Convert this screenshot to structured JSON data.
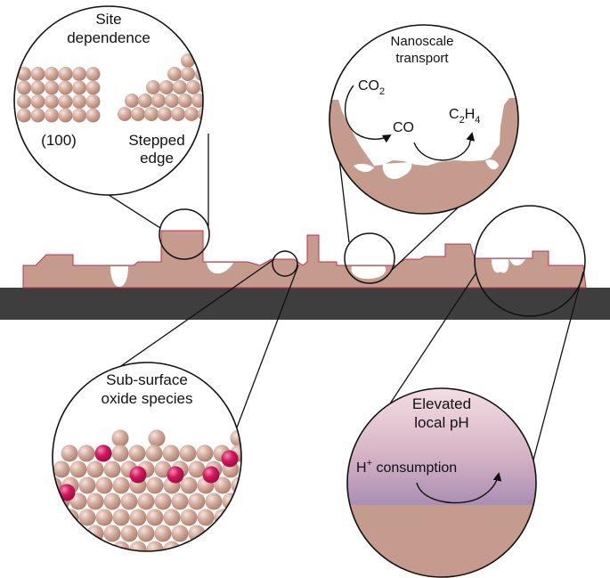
{
  "insets": {
    "site": {
      "title_line1": "Site",
      "title_line2": "dependence",
      "facet_100": "(100)",
      "stepped_line1": "Stepped",
      "stepped_line2": "edge"
    },
    "transport": {
      "title_line1": "Nanoscale",
      "title_line2": "transport",
      "co2_base": "CO",
      "co2_sub": "2",
      "co": "CO",
      "c2h4_c": "C",
      "c2h4_sub1": "2",
      "c2h4_h": "H",
      "c2h4_sub2": "4"
    },
    "oxide": {
      "title_line1": "Sub-surface",
      "title_line2": "oxide species"
    },
    "ph": {
      "title_line1": "Elevated",
      "title_line2": "local pH",
      "h_base": "H",
      "h_sup": "+",
      "consumption": " consumption"
    }
  },
  "colors": {
    "copper": "#c49b8c",
    "copper_outline": "#c0304f",
    "substrate": "#3e3e3e",
    "oxide": "#d4175e",
    "electrolyte_top": "#f3dde3",
    "electrolyte_bottom": "#a98db3"
  }
}
